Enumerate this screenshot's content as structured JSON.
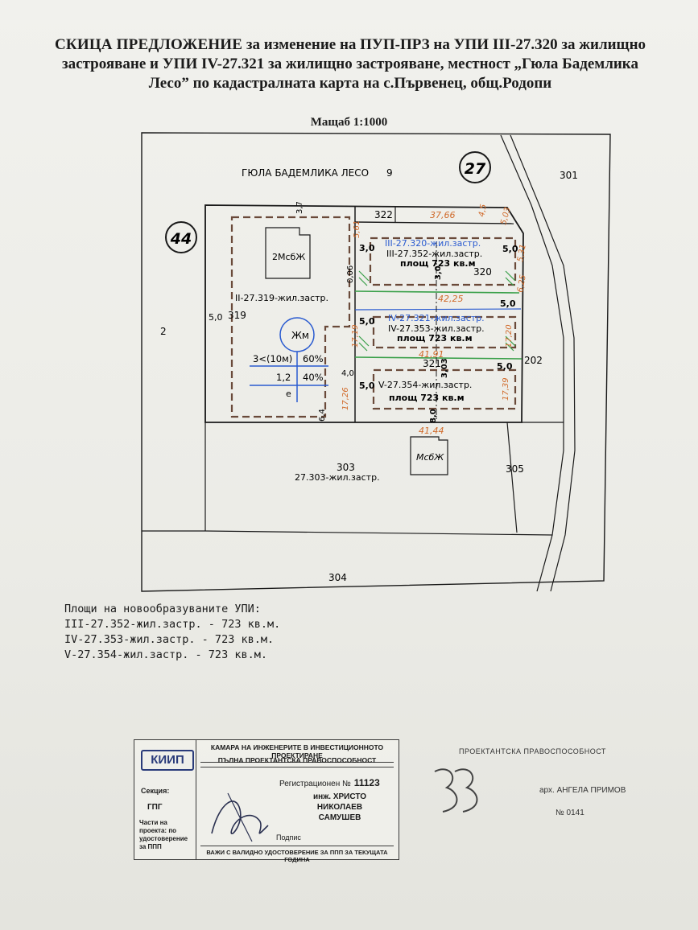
{
  "title": {
    "lead": "СКИЦА ПРЕДЛОЖЕНИЕ",
    "line1_rest": " за изменение на ПУП-ПРЗ на УПИ III-27.320 за жилищно",
    "line2": "застрояване и УПИ IV-27.321 за жилищно застрояване, местност „Гюла Бадемлика",
    "line3": "Лесо” по кадастралната карта на с.Първенец, общ.Родопи"
  },
  "scale": "Мащаб 1:1000",
  "plan": {
    "locality": "ГЮЛА БАДЕМЛИКА ЛЕСО",
    "block_27": "27",
    "block_44": "44",
    "parcel_numbers": {
      "p9": "9",
      "p301": "301",
      "p322": "322",
      "p320": "320",
      "p319": "319",
      "p321": "321",
      "p202": "202",
      "p2": "2",
      "p303": "303",
      "p305": "305",
      "p304": "304"
    },
    "upi_labels": {
      "u319": "II-27.319-жил.застр.",
      "u320": "III-27.320-жил.застр.",
      "u352": "III-27.352-жил.застр.",
      "u321": "IV-27.321-жил.застр.",
      "u353": "IV-27.353-жил.застр.",
      "u354": "V-27.354-жил.застр.",
      "u303": "27.303-жил.застр."
    },
    "area_label": "площ 723 кв.м",
    "building_2msbzh": "2МсбЖ",
    "building_msbzh": "МсбЖ",
    "zone_zhm": "Жм",
    "params": {
      "height": "3<(10м)",
      "density": "60%",
      "kint": "1,2",
      "green": "40%",
      "type": "е"
    },
    "dims": {
      "d5_0": "5,0",
      "d3_0": "3,0",
      "d4_0": "4,0",
      "d3_7": "3,7",
      "d6_4": "6,4",
      "d37_66": "37,66",
      "d4_5": "4,5",
      "d5_03": "5,03",
      "d5_61": "5,61",
      "d0_06": "0,06",
      "d42_25": "42,25",
      "d41_91": "41,91",
      "d17_19": "17,19",
      "d17_20": "17,20",
      "d17_39": "17,39",
      "d17_26": "17,26",
      "d41_44": "41,44",
      "d8_0": "8,0",
      "d3_03": "3,03",
      "d6_25": "6,25",
      "d5_31": "5,31"
    }
  },
  "areas": {
    "heading": "Площи на новообразуваните УПИ:",
    "lines": [
      "III-27.352-жил.застр. - 723 кв.м.",
      "IV-27.353-жил.застр. - 723 кв.м.",
      "V-27.354-жил.застр. - 723 кв.м."
    ]
  },
  "stamp": {
    "logo": "КИИП",
    "chamber": "КАМАРА НА ИНЖЕНЕРИТЕ В ИНВЕСТИЦИОННОТО ПРОЕКТИРАНЕ",
    "capacity": "ПЪЛНА ПРОЕКТАНТСКА ПРАВОСПОСОБНОСТ",
    "reg_label": "Регистрационен №",
    "reg_no": "11123",
    "engineer": "инж. ХРИСТО НИКОЛАЕВ САМУШЕВ",
    "section_label": "Секция:",
    "section": "ГПГ",
    "parts": "Части на проекта: по удостоверение за ППП",
    "sign_label": "Подпис",
    "footer": "ВАЖИ С ВАЛИДНО УДОСТОВЕРЕНИЕ ЗА ППП ЗА ТЕКУЩАТА ГОДИНА"
  },
  "stamp2": {
    "header": "проектантска правоспособност",
    "name": "арх. АНГЕЛА ПРИМОВ",
    "number": "№ 0141"
  },
  "colors": {
    "ink": "#1a1a1a",
    "orange": "#d06a2a",
    "blue": "#2a5bd0",
    "green": "#3aa04a"
  }
}
